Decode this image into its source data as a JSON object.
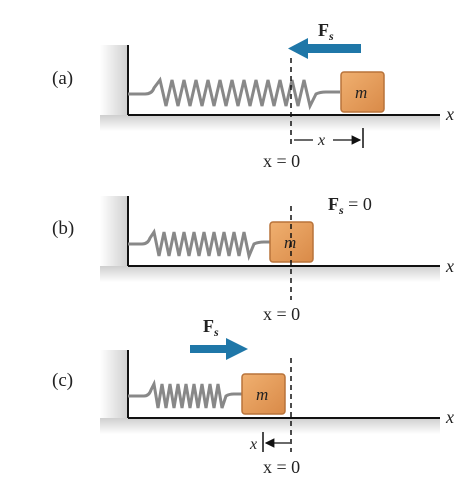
{
  "panels": [
    {
      "id": "a",
      "label": "(a)",
      "force_label": "F",
      "force_sub": "s",
      "mass_label": "m",
      "axis_label": "x",
      "origin_label": "x = 0",
      "displacement_label": "x"
    },
    {
      "id": "b",
      "label": "(b)",
      "force_label": "F",
      "force_sub": "s",
      "force_value": " = 0",
      "mass_label": "m",
      "axis_label": "x",
      "origin_label": "x = 0"
    },
    {
      "id": "c",
      "label": "(c)",
      "force_label": "F",
      "force_sub": "s",
      "mass_label": "m",
      "axis_label": "x",
      "origin_label": "x = 0",
      "displacement_label": "x"
    }
  ],
  "colors": {
    "wall": "#d9d9d9",
    "block": "#e09a58",
    "block_shadow": "#b8733a",
    "arrow": "#1f77a8",
    "spring": "#8a8a8a"
  }
}
